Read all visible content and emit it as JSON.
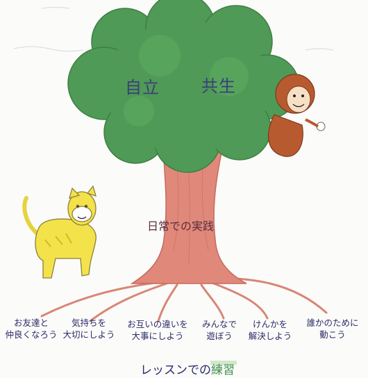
{
  "crown": {
    "left_word": "自立",
    "right_word": "共生"
  },
  "trunk": {
    "label": "日常での実践"
  },
  "roots": [
    {
      "label": "お友達と\n仲良くなろう"
    },
    {
      "label": "気持ちを\n大切にしよう"
    },
    {
      "label": "お互いの違いを\n大事にしよう"
    },
    {
      "label": "みんなで\n遊ぼう"
    },
    {
      "label": "けんかを\n解決しよう"
    },
    {
      "label": "誰かのために\n動こう"
    }
  ],
  "footer": {
    "prefix": "レッスンでの",
    "highlight": "練習"
  },
  "colors": {
    "foliage": "#4f9a56",
    "trunk": "#e0897a",
    "tiger": "#f3e24a",
    "monkey": "#b85a2f",
    "text": "#2b2b6a",
    "highlight": "#4aa15a"
  }
}
